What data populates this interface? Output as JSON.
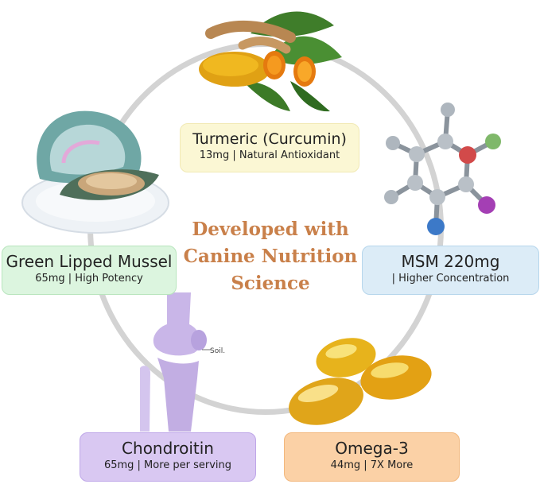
{
  "center": {
    "line1": "Developed with",
    "line2": "Canine Nutrition",
    "line3": "Science"
  },
  "ingredients": {
    "turmeric": {
      "title": "Turmeric (Curcumin)",
      "detail": "13mg | Natural Antioxidant"
    },
    "mussel": {
      "title": "Green Lipped Mussel",
      "detail": "65mg | High Potency"
    },
    "msm": {
      "title": "MSM 220mg",
      "detail": "| Higher Concentration"
    },
    "chondroitin": {
      "title": "Chondroitin",
      "detail": "65mg | More per serving"
    },
    "omega": {
      "title": "Omega-3",
      "detail": "44mg | 7X More"
    }
  },
  "illustrations": {
    "knee_label": "Soil."
  },
  "icons": [
    "turmeric-icon",
    "mussel-shell-icon",
    "molecule-icon",
    "knee-joint-icon",
    "fish-oil-capsules-icon"
  ],
  "colors": {
    "center_text": "#c9804a",
    "ring": "#d3d3d3",
    "turmeric_card": "#fbf7d4",
    "mussel_card": "#dcf5df",
    "msm_card": "#dcecf7",
    "chondroitin_card": "#d9c8f2",
    "omega_card": "#fbd1a6"
  }
}
